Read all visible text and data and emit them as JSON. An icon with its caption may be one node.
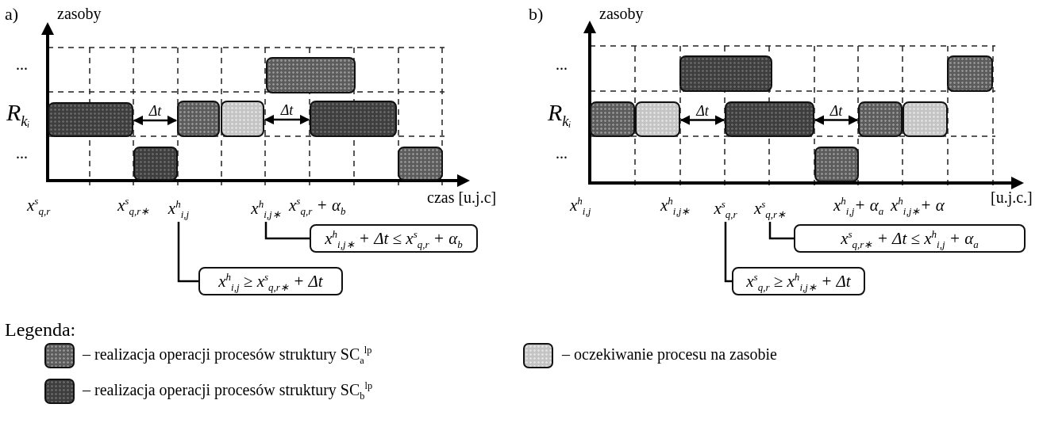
{
  "diagram": {
    "nodes": [
      {
        "text": [],
        "shape": "box"
      },
      {
        "text": [],
        "shape": "box"
      },
      {
        "text": [],
        "shape": "box"
      },
      {
        "text": [],
        "shape": "box"
      },
      {
        "text": [],
        "shape": "box"
      },
      {
        "text": [],
        "shape": "box"
      },
      {
        "text": [],
        "shape": "box"
      },
      {
        "text": [
          "x$^{h}$$_{i,j}$"
        ]
      },
      {
        "text": [
          "x$^{h}$$_{i,j∗}$"
        ]
      },
      {
        "text": [
          "x$^{h}$$_{i,j∗}$ + Δt ≤ x$^{s}$$_{q,r}$ + α$_{b}$"
        ]
      },
      {
        "text": [
          "x$^{h}$$_{i,j}$ ≥ x$^{s}$$_{q,r∗}$ + Δt"
        ]
      },
      {
        "text": [],
        "shape": "box"
      },
      {
        "text": [],
        "shape": "box"
      },
      {
        "text": [],
        "shape": "box"
      },
      {
        "text": [],
        "shape": "box"
      },
      {
        "text": [],
        "shape": "box"
      },
      {
        "text": [],
        "shape": "box"
      },
      {
        "text": [],
        "shape": "box"
      },
      {
        "text": [],
        "shape": "box"
      },
      {
        "text": [
          "x$^{s}$$_{q,r}$"
        ]
      },
      {
        "text": [
          "x$^{s}$$_{q,r∗}$"
        ]
      },
      {
        "text": [
          "x$^{s}$$_{q,r∗}$ + Δt ≤ x$^{h}$$_{i,j}$ + α$_{a}$"
        ]
      },
      {
        "text": [
          "x$^{s}$$_{q,r}$ ≥ x$^{h}$$_{i,j∗}$ + Δt"
        ]
      }
    ],
    "edges": [
      {
        "from": 0,
        "to": 2,
        "arrow": "both",
        "label": "Δt"
      },
      {
        "from": 3,
        "to": 5,
        "arrow": "both",
        "label": "Δt"
      },
      {
        "from": 9,
        "to": 8,
        "arrow": "none"
      },
      {
        "from": 10,
        "to": 7,
        "arrow": "none"
      },
      {
        "from": 12,
        "to": 14,
        "arrow": "both",
        "label": "Δt"
      },
      {
        "from": 14,
        "to": 16,
        "arrow": "both",
        "label": "Δt"
      },
      {
        "from": 21,
        "to": 20,
        "arrow": "none"
      },
      {
        "from": 22,
        "to": 19,
        "arrow": "none"
      }
    ],
    "labels": [
      "a)",
      "zasoby",
      "...",
      "R$_{kᵢ}$",
      "...",
      "x$^{s}$$_{q,r}$",
      "x$^{s}$$_{q,r∗}$",
      "x$^{s}$$_{q,r}$ + α$_{b}$",
      "czas [u.j.c]",
      "b)",
      "zasoby",
      "...",
      "R$_{kᵢ}$",
      "...",
      "x$^{h}$$_{i,j}$",
      "x$^{h}$$_{i,j∗}$",
      "x$^{h}$$_{i,j}$+ α$_{a}$",
      "x$^{h}$$_{i,j∗}$+ α",
      "[u.j.c.]",
      "Legenda:"
    ],
    "legend": [
      {
        "text": "– realizacja operacji procesów struktury SC$_{a}$$^{lp}$",
        "color": "#5c5c5c"
      },
      {
        "text": "– oczekiwanie procesu na zasobie",
        "color": "#c4c4c4"
      },
      {
        "text": "– realizacja operacji procesów struktury SC$_{b}$$^{lp}$",
        "color": "#3e3e3e"
      }
    ]
  }
}
